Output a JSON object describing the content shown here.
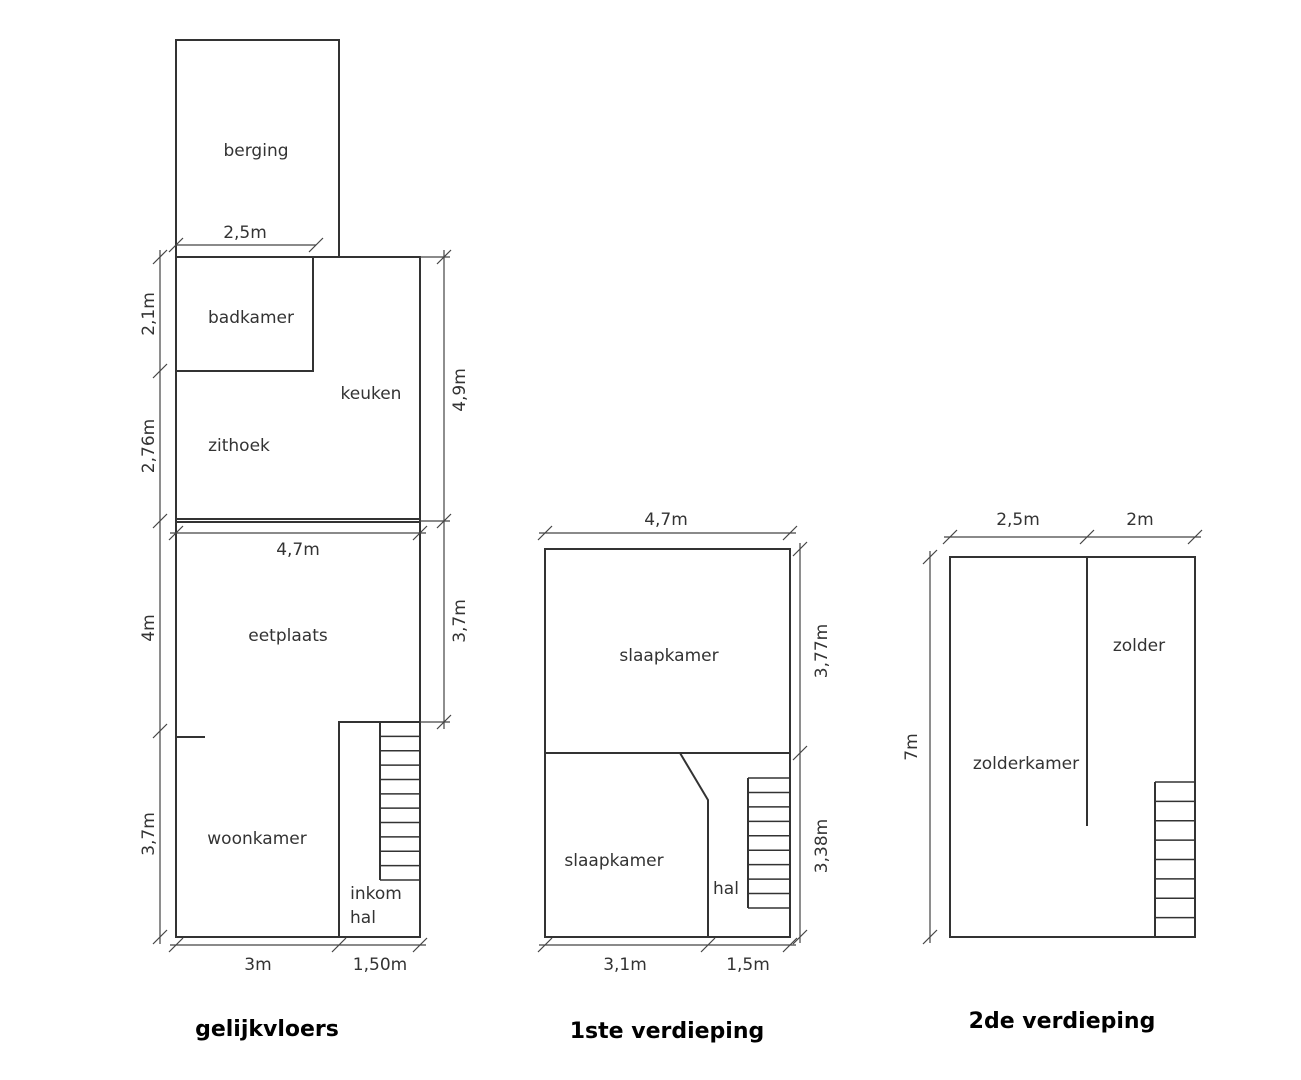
{
  "floors": {
    "ground": {
      "title": "gelijkvloers",
      "rooms": {
        "berging": "berging",
        "badkamer": "badkamer",
        "keuken": "keuken",
        "zithoek": "zithoek",
        "eetplaats": "eetplaats",
        "woonkamer": "woonkamer",
        "inkom": "inkom",
        "hal": "hal"
      },
      "dims": {
        "badkamer_width": "2,5m",
        "badkamer_depth": "2,1m",
        "zithoek_depth": "2,76m",
        "eetplaats_depth": "4m",
        "woonkamer_depth": "3,7m",
        "keuken_depth": "4,9m",
        "eetplaats_right": "3,7m",
        "width": "4,7m",
        "woonkamer_width": "3m",
        "hal_width": "1,50m"
      }
    },
    "first": {
      "title": "1ste verdieping",
      "rooms": {
        "slaapkamer_front": "slaapkamer",
        "slaapkamer_back": "slaapkamer",
        "hal": "hal"
      },
      "dims": {
        "width": "4,7m",
        "front_depth": "3,77m",
        "back_depth": "3,38m",
        "slaapkamer_width": "3,1m",
        "hal_width": "1,5m"
      }
    },
    "second": {
      "title": "2de verdieping",
      "rooms": {
        "zolder": "zolder",
        "zolderkamer": "zolderkamer"
      },
      "dims": {
        "zolderkamer_width": "2,5m",
        "zolder_width": "2m",
        "depth": "7m"
      }
    }
  }
}
